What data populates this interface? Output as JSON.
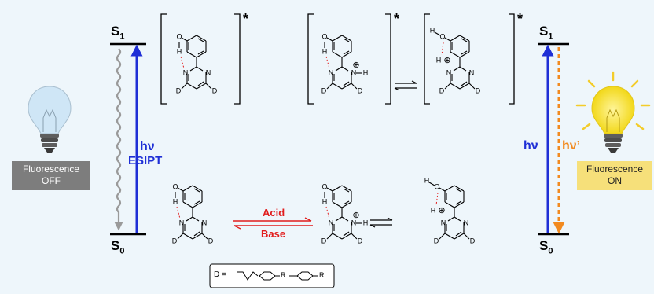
{
  "colors": {
    "background": "#eef6fb",
    "blue": "#1f2fd6",
    "gray_arrow": "#9a9a9a",
    "orange": "#f28a1f",
    "red": "#e11d1d",
    "badge_off_bg": "#7d7d7d",
    "badge_on_bg": "#f6e07a"
  },
  "icons": {
    "left_bulb": "lightbulb-off-icon",
    "right_bulb": "lightbulb-on-icon"
  },
  "levels": {
    "left_top": {
      "main": "S",
      "sub": "1"
    },
    "left_bottom": {
      "main": "S",
      "sub": "0"
    },
    "right_top": {
      "main": "S",
      "sub": "1"
    },
    "right_bottom": {
      "main": "S",
      "sub": "0"
    }
  },
  "left_arrow": {
    "line1": "hν",
    "line2": "ESIPT"
  },
  "right_arrow": {
    "blue_label": "hν",
    "orange_label": "hν’"
  },
  "badges": {
    "off_line1": "Fluorescence",
    "off_line2": "OFF",
    "on_line1": "Fluorescence",
    "on_line2": "ON"
  },
  "equilibrium": {
    "acid": "Acid",
    "base": "Base"
  },
  "excited_mark": "*",
  "atoms": {
    "O": "O",
    "H": "H",
    "N": "N",
    "D": "D",
    "plus": "⊕",
    "R": "R"
  },
  "legend": {
    "prefix": "D ="
  }
}
